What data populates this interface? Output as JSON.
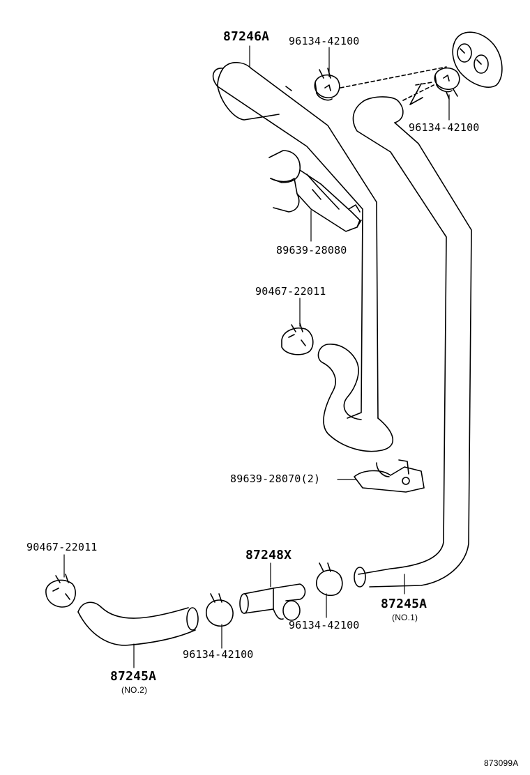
{
  "parts": {
    "hose_87246a": "87246A",
    "clamp_top_left": "96134-42100",
    "clamp_top_right": "96134-42100",
    "bracket_upper": "89639-28080",
    "clamp_mid": "90467-22011",
    "bracket_lower": "89639-28070",
    "bracket_lower_qty": "(2)",
    "clamp_left": "90467-22011",
    "joint_87248x": "87248X",
    "clamp_joint_right": "96134-42100",
    "hose_87245a_no1": "87245A",
    "hose_87245a_no1_note": "(NO.1)",
    "clamp_bottom": "96134-42100",
    "hose_87245a_no2": "87245A",
    "hose_87245a_no2_note": "(NO.2)"
  },
  "diagram_ref": "873099A"
}
